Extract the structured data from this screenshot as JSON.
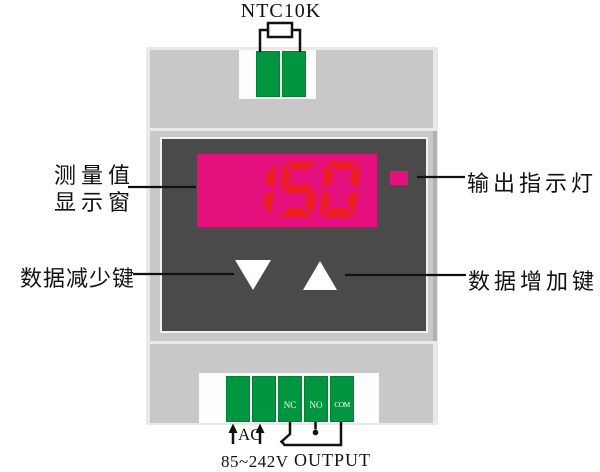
{
  "sensor": {
    "label": "NTC10K"
  },
  "display": {
    "value": "150"
  },
  "labels": {
    "display_window_line1": "测量值",
    "display_window_line2": "显示窗",
    "decrease_key": "数据减少键",
    "increase_key": "数据增加键",
    "output_indicator": "输出指示灯"
  },
  "terminals": {
    "relay_labels": [
      "NC",
      "NO",
      "COM"
    ]
  },
  "power": {
    "ac": "AC",
    "voltage": "85~242V"
  },
  "output": {
    "label": "OUTPUT"
  },
  "colors": {
    "display_bg": "#e4107e",
    "digit_red": "#ee1c23",
    "indicator_led": "#e4107e",
    "terminal_green": "#009640",
    "panel_dark": "#4c494a",
    "body_gray": "#c8c8c8",
    "wire_black": "#111111"
  }
}
